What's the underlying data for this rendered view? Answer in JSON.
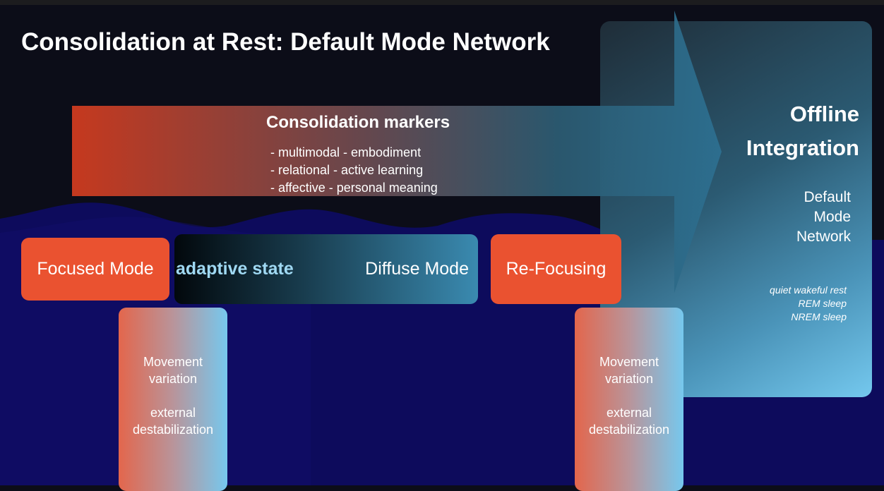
{
  "title": "Consolidation at Rest: Default Mode Network",
  "arrow": {
    "heading": "Consolidation markers",
    "bullets": [
      "-  multimodal - embodiment",
      "-  relational - active learning",
      "-  affective - personal meaning"
    ]
  },
  "offline": {
    "title_line1": "Offline",
    "title_line2": "Integration",
    "dmn": [
      "Default",
      "Mode",
      "Network"
    ],
    "states": [
      "quiet wakeful rest",
      "REM sleep",
      "NREM sleep"
    ]
  },
  "modes": {
    "focused": "Focused Mode",
    "adaptive": "adaptive state",
    "diffuse": "Diffuse Mode",
    "refocusing": "Re-Focusing"
  },
  "sub_boxes": [
    {
      "line1": "Movement",
      "line2": "variation",
      "line3": "external",
      "line4": "destabilization"
    },
    {
      "line1": "Movement",
      "line2": "variation",
      "line3": "external",
      "line4": "destabilization"
    }
  ],
  "colors": {
    "orange": "#ea5230",
    "blue": "#74c8ee",
    "navy": "#0d0b5c"
  }
}
